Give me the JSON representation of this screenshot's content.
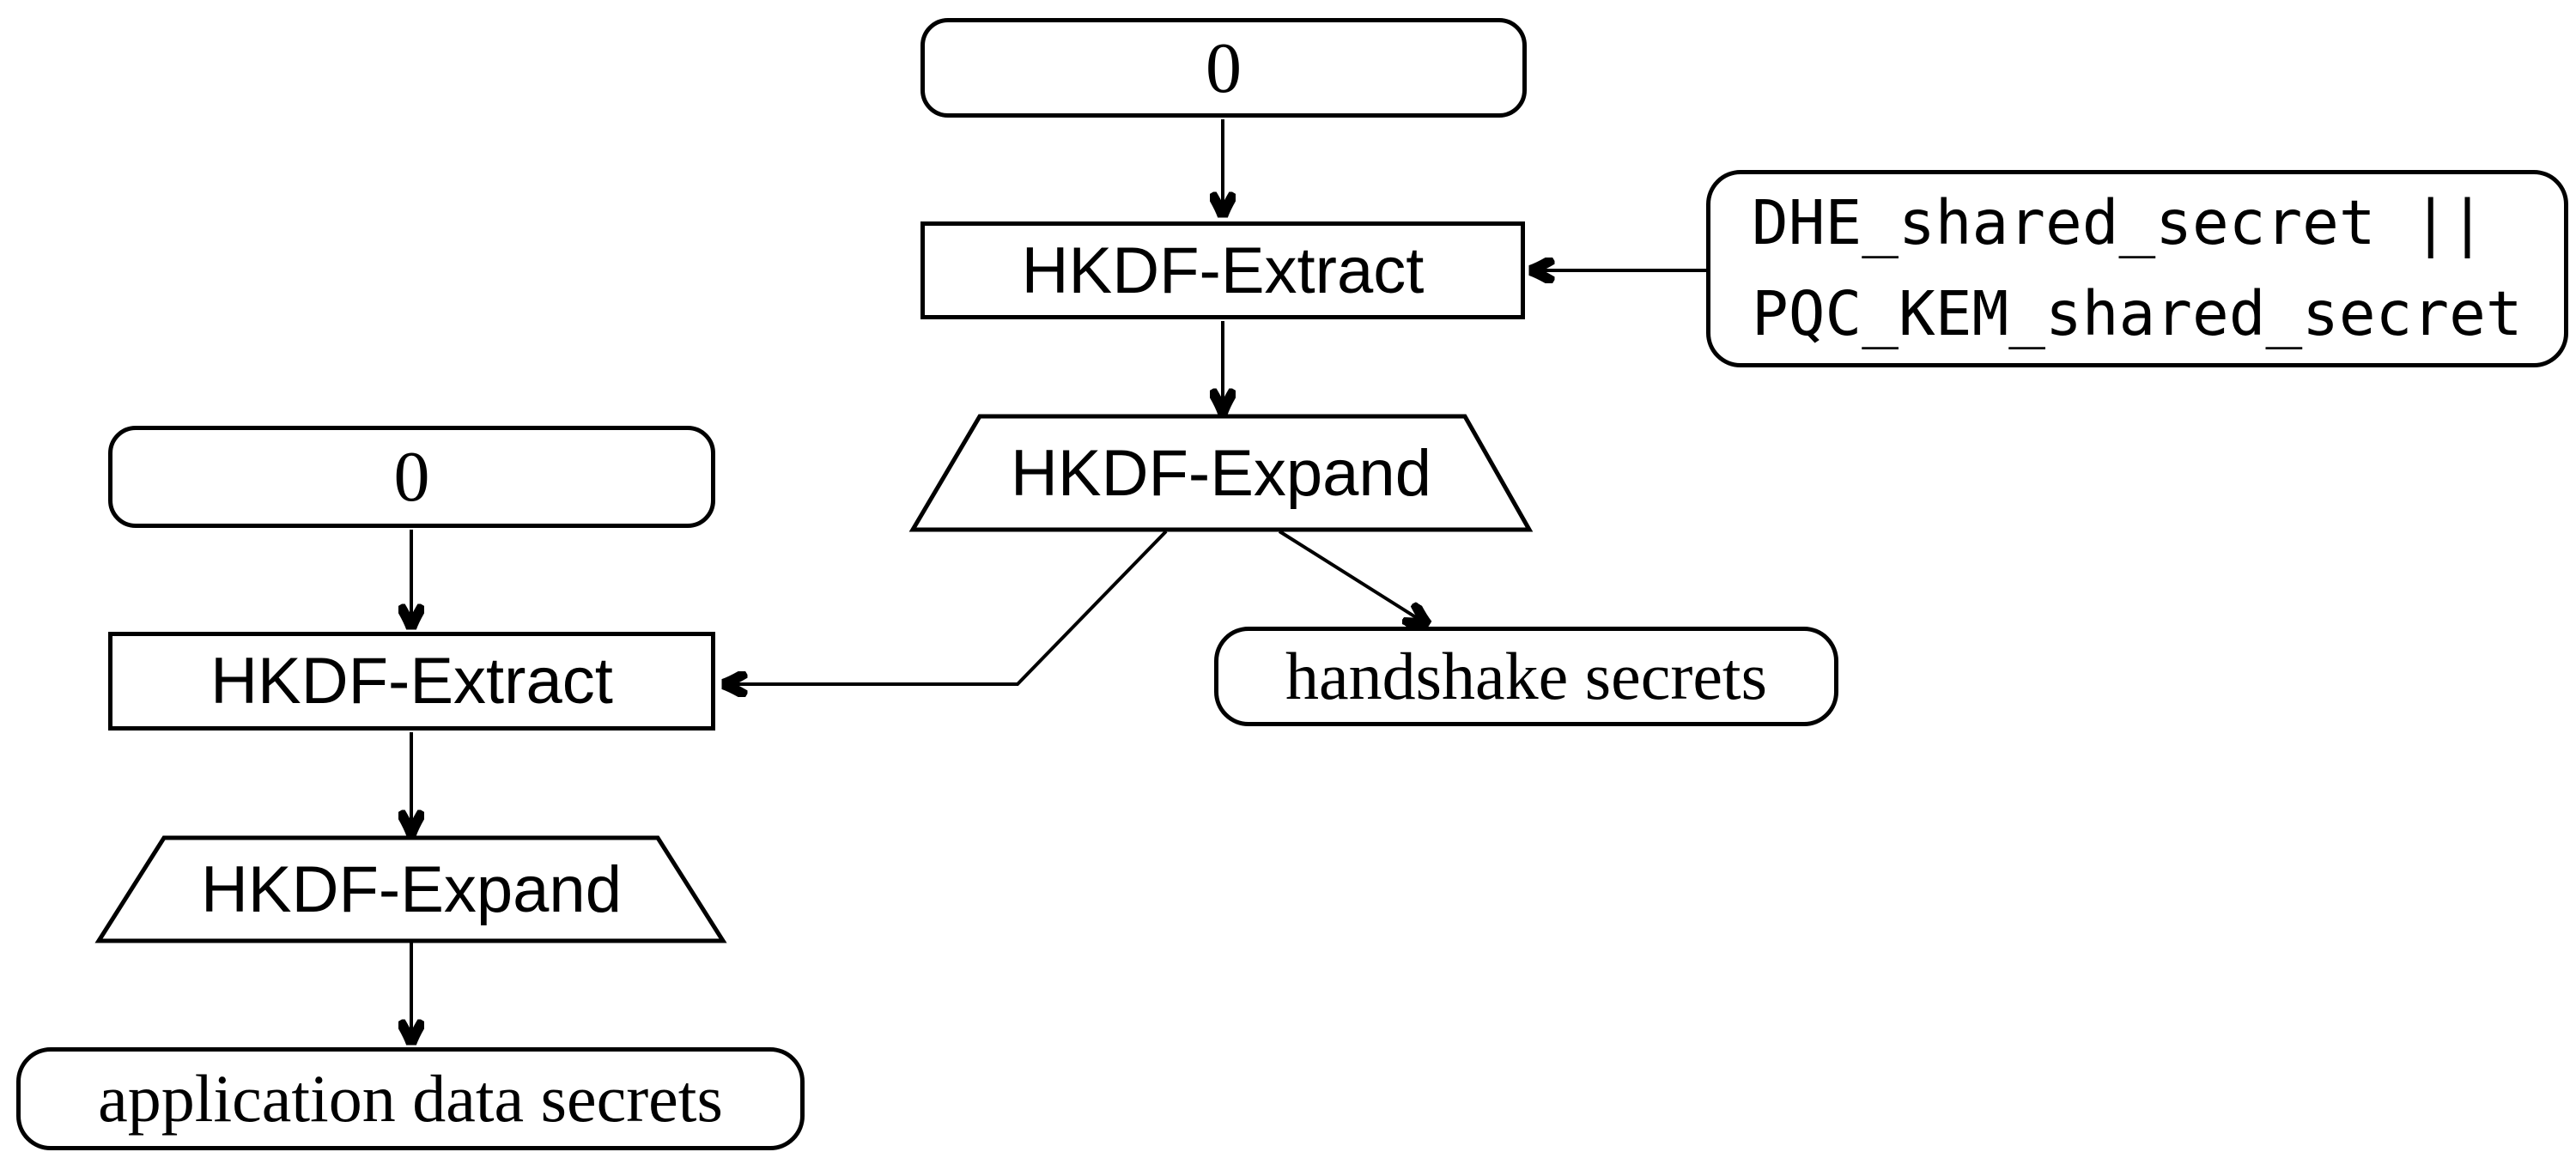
{
  "nodes": {
    "zero_top": {
      "label": "0"
    },
    "hkdf_extract_top": {
      "label": "HKDF-Extract"
    },
    "input_secrets": {
      "lines": [
        "DHE_shared_secret ||",
        "PQC_KEM_shared_secret"
      ]
    },
    "hkdf_expand_top": {
      "label": "HKDF-Expand"
    },
    "handshake_secrets": {
      "label": "handshake secrets"
    },
    "zero_left": {
      "label": "0"
    },
    "hkdf_extract_left": {
      "label": "HKDF-Extract"
    },
    "hkdf_expand_left": {
      "label": "HKDF-Expand"
    },
    "application_data_secrets": {
      "label": "application data secrets"
    }
  },
  "colors": {
    "stroke": "#000000",
    "fill": "#ffffff",
    "background": "#ffffff"
  }
}
